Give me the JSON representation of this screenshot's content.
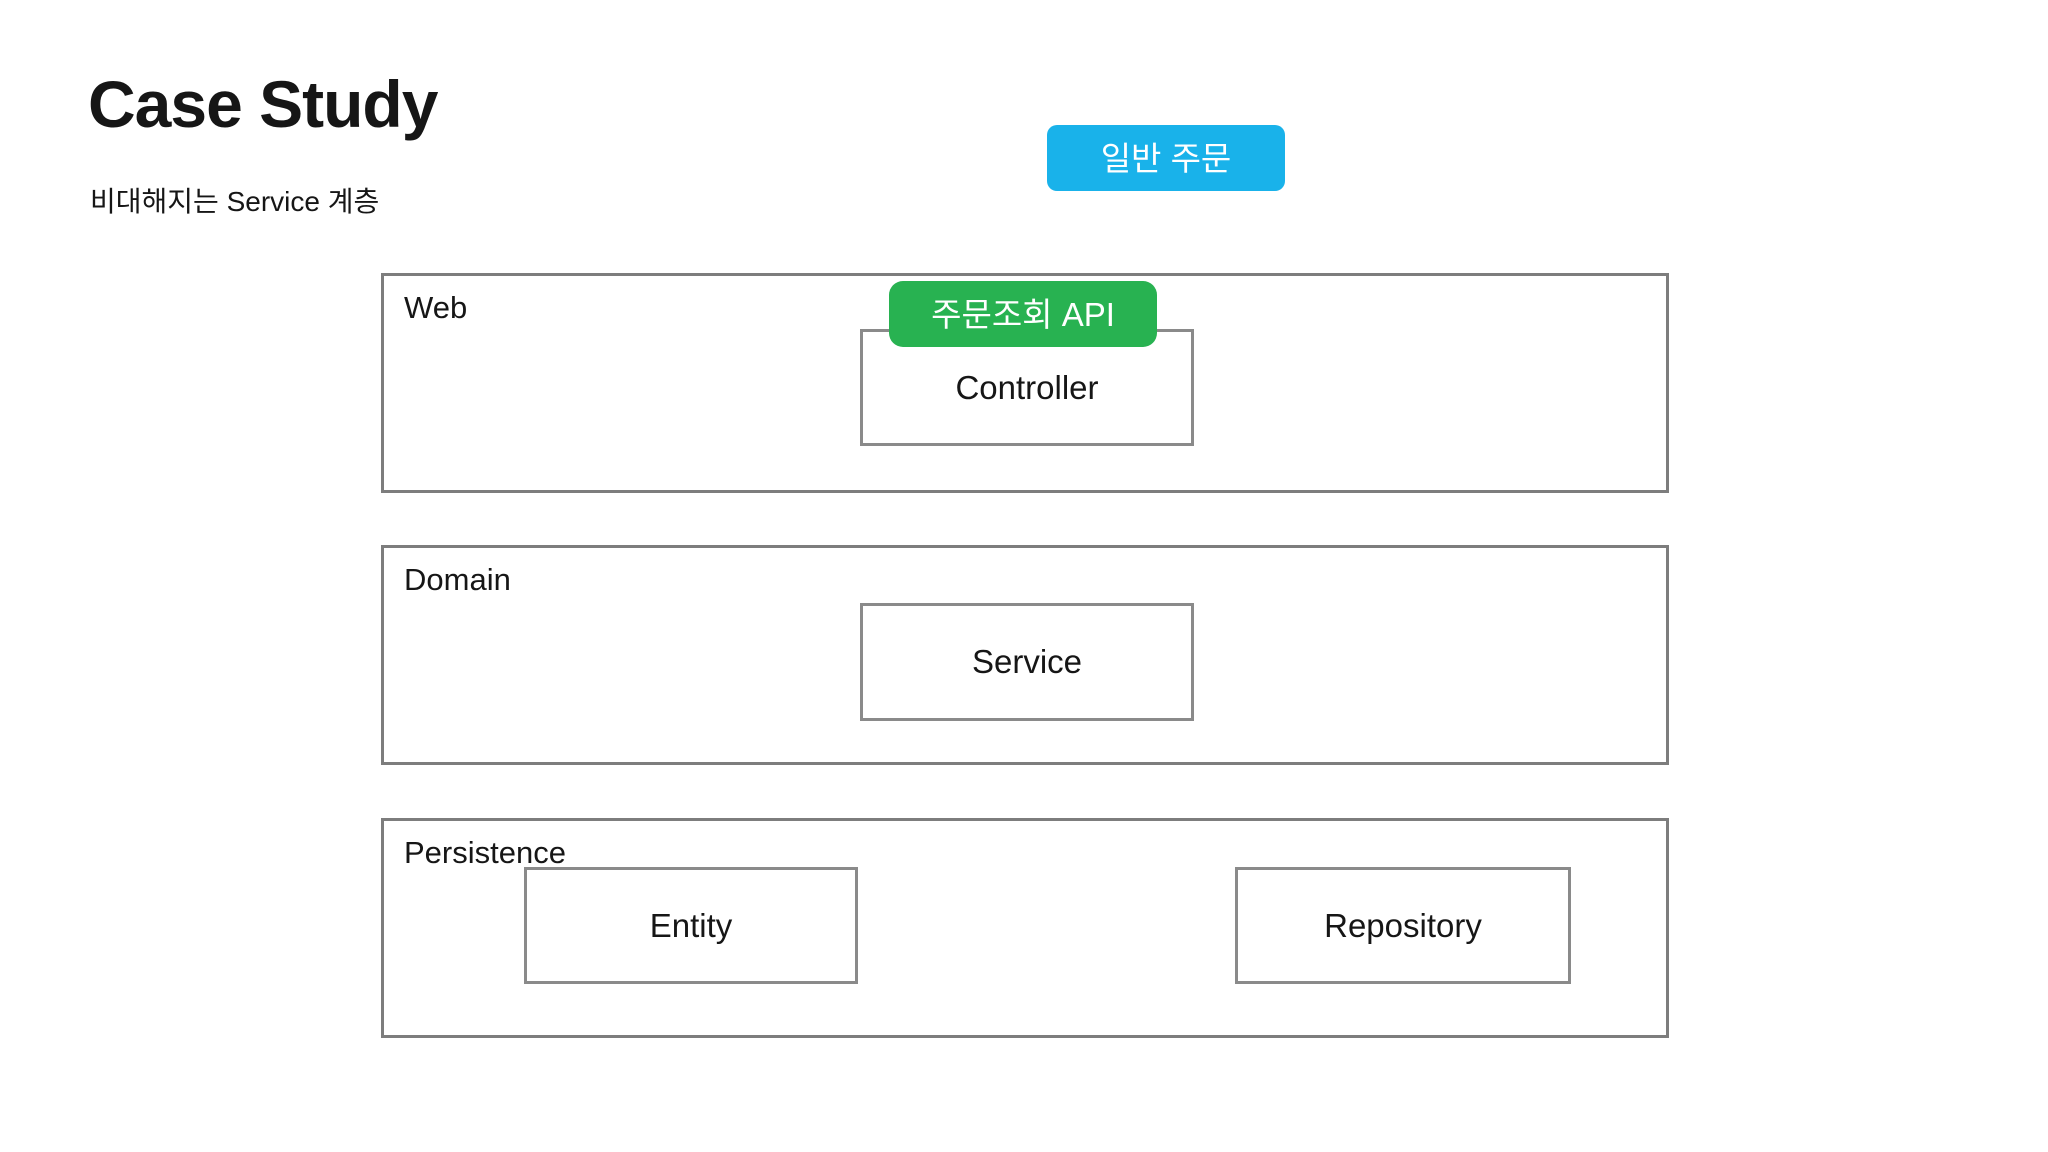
{
  "header": {
    "title": "Case Study",
    "subtitle": "비대해지는 Service 계층"
  },
  "badges": {
    "general_order": {
      "label": "일반 주문",
      "color": "#19B2EA",
      "text_color": "#FFFFFF"
    },
    "order_api": {
      "label": "주문조회 API",
      "color": "#28B251",
      "text_color": "#FFFFFF"
    }
  },
  "layers": [
    {
      "label": "Web",
      "components": [
        {
          "label": "Controller"
        }
      ]
    },
    {
      "label": "Domain",
      "components": [
        {
          "label": "Service"
        }
      ]
    },
    {
      "label": "Persistence",
      "components": [
        {
          "label": "Entity"
        },
        {
          "label": "Repository"
        }
      ]
    }
  ],
  "colors": {
    "layer_border": "#7D7D7D",
    "component_border": "#8A8A8A",
    "text": "#161616",
    "background": "#FFFFFF"
  }
}
